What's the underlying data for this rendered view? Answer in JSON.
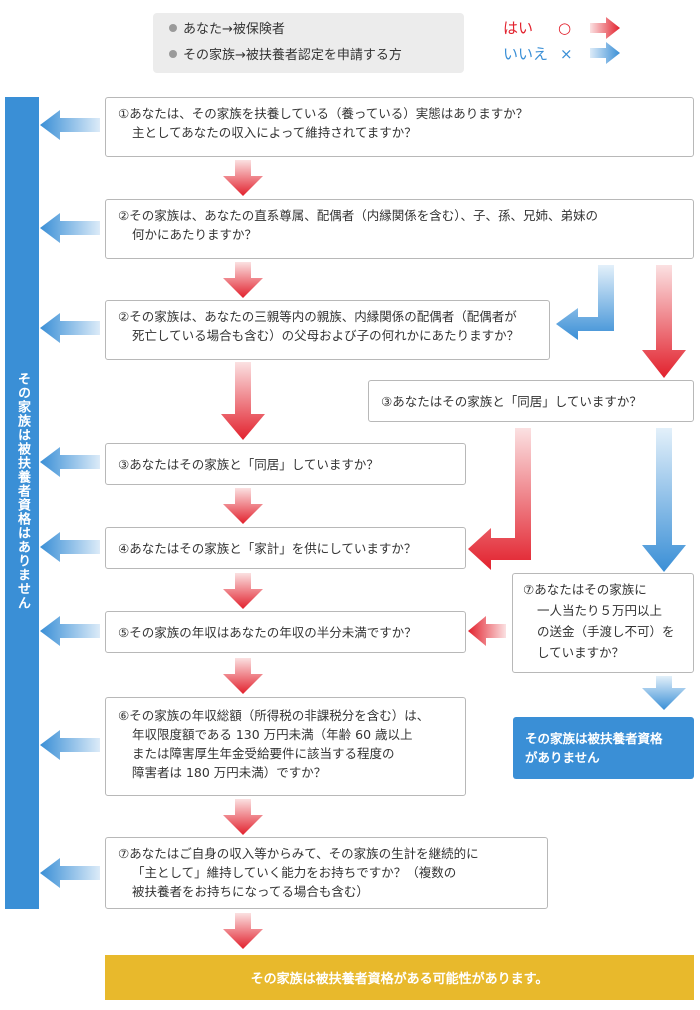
{
  "legend": {
    "you": "あなた→被保険者",
    "family": "その家族→被扶養者認定を申請する方",
    "yes_label": "はい",
    "yes_mark": "○",
    "no_label": "いいえ",
    "no_mark": "×"
  },
  "colors": {
    "yes": "#e2212d",
    "no": "#3a8fd6",
    "result_yes": "#e8b92c"
  },
  "questions": {
    "q1": [
      "①あなたは、その家族を扶養している（養っている）実態はありますか？",
      "主としてあなたの収入によって維持されてますか？"
    ],
    "q2a": [
      "②その家族は、あなたの直系尊属、配偶者（内縁関係を含む）、子、孫、兄姉、弟妹の",
      "何かにあたりますか？"
    ],
    "q2b": [
      "②その家族は、あなたの三親等内の親族、内縁関係の配偶者（配偶者が",
      "死亡している場合も含む）の父母および子の何れかにあたりますか？"
    ],
    "q3_right": [
      "③あなたはその家族と「同居」していますか？"
    ],
    "q3": [
      "③あなたはその家族と「同居」していますか？"
    ],
    "q4": [
      "④あなたはその家族と「家計」を供にしていますか？"
    ],
    "q7_right": [
      "⑦あなたはその家族に",
      "一人当たり５万円以上",
      "の送金（手渡し不可）を",
      "していますか？"
    ],
    "q5": [
      "⑤その家族の年収はあなたの年収の半分未満ですか？"
    ],
    "q6": [
      "⑥その家族の年収総額（所得税の非課税分を含む）は、",
      "年収限度額である 130 万円未満（年齢 60 歳以上",
      "または障害厚生年金受給要件に該当する程度の",
      "障害者は 180 万円未満）ですか？"
    ],
    "q7": [
      "⑦あなたはご自身の収入等からみて、その家族の生計を継続的に",
      "「主として」維持していく能力をお持ちですか？（複数の",
      "被扶養者をお持ちになってる場合も含む）"
    ]
  },
  "results": {
    "not_eligible_left": "その家族は被扶養者資格はありません",
    "not_eligible_right": [
      "その家族は被扶養者資格",
      "がありません"
    ],
    "eligible": "その家族は被扶養者資格がある可能性があります。"
  }
}
